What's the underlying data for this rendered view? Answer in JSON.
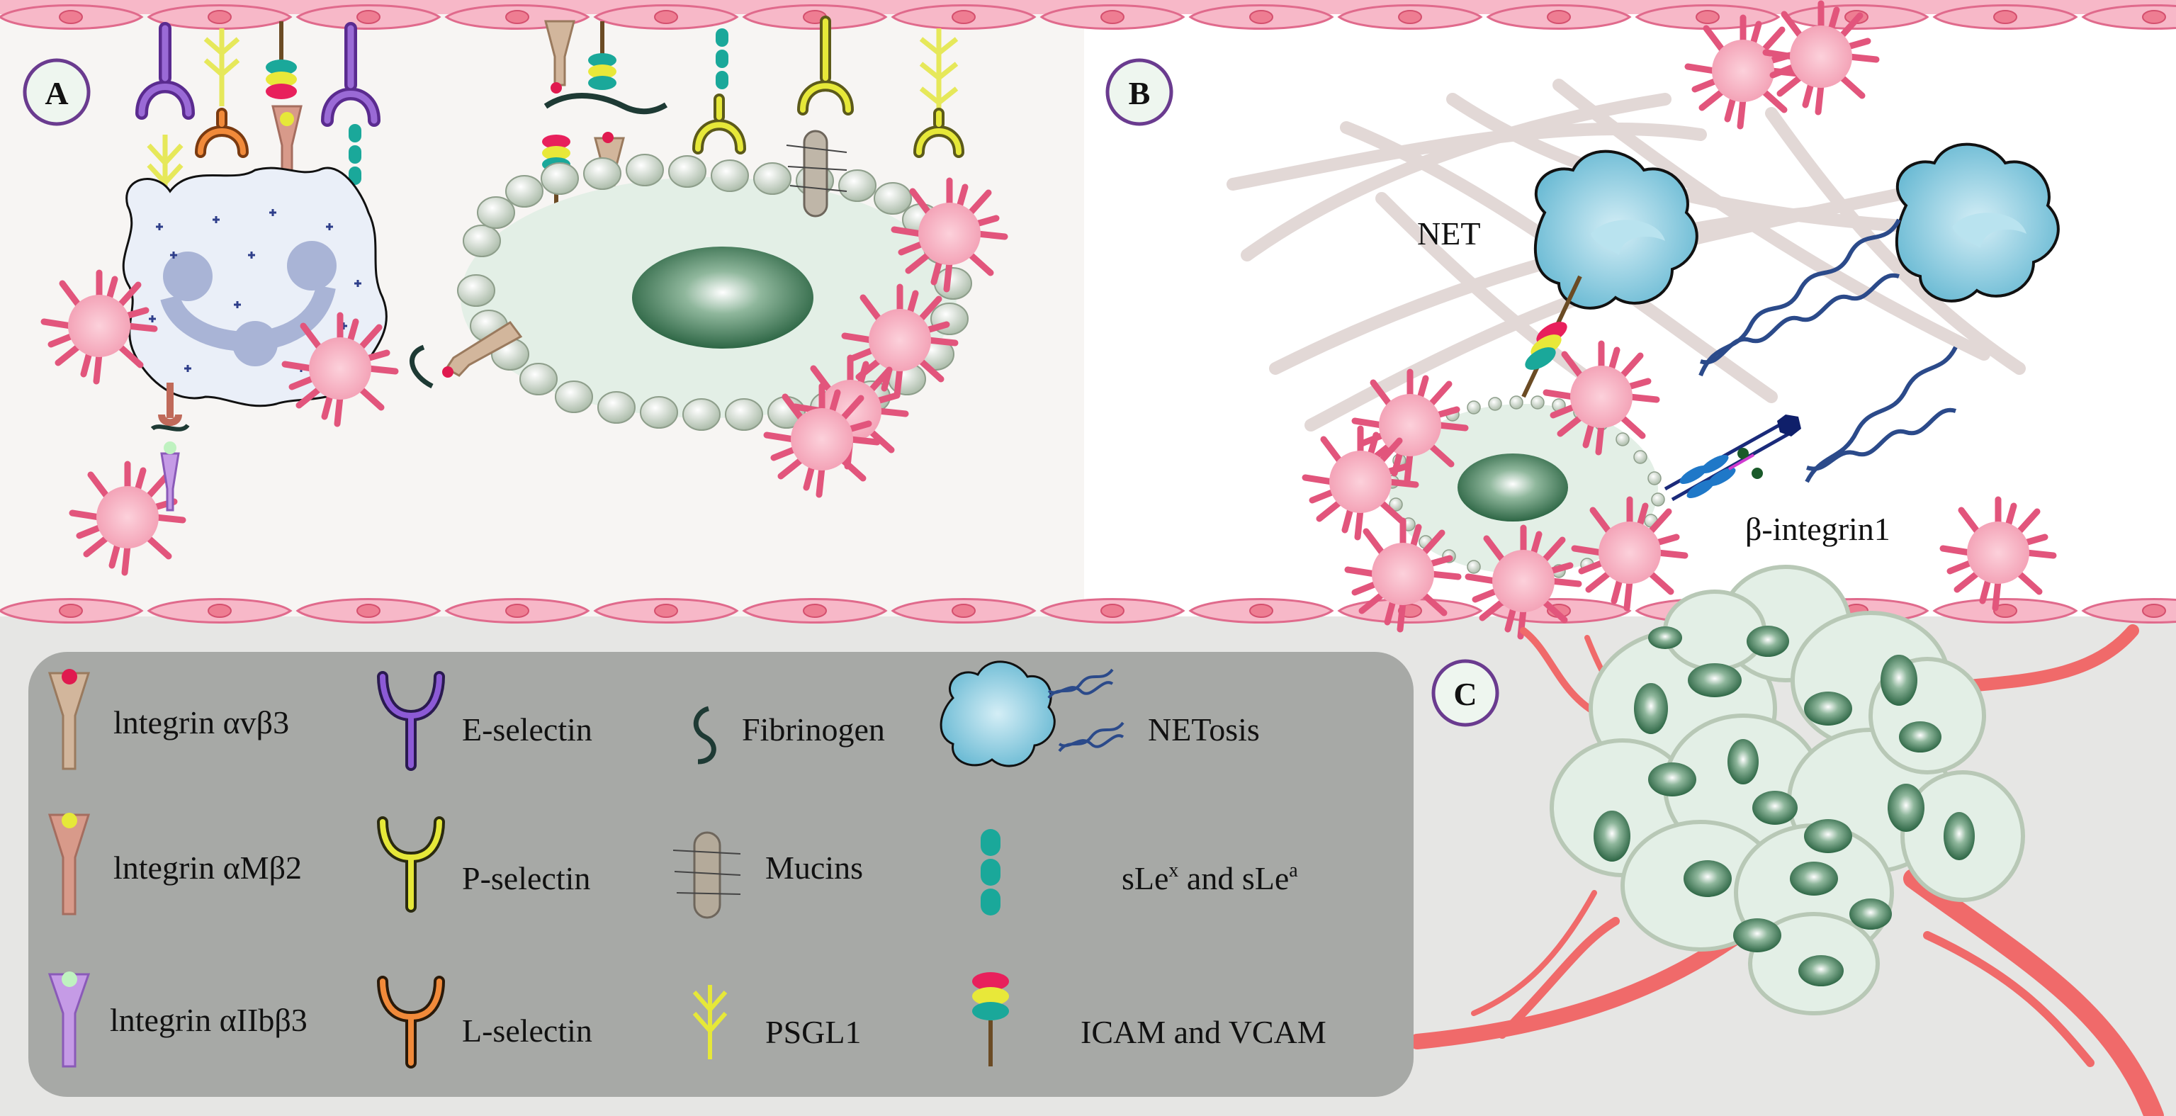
{
  "panels": {
    "a": "A",
    "b": "B",
    "c": "C"
  },
  "labels": {
    "net": "NET",
    "beta_integrin": "β-integrin1"
  },
  "legend": {
    "integrin_avb3": "lntegrin αvβ3",
    "integrin_amb2": "lntegrin αMβ2",
    "integrin_aiibb3": "lntegrin αIIbβ3",
    "e_selectin": "E-selectin",
    "p_selectin": "P-selectin",
    "l_selectin": "L-selectin",
    "fibrinogen": "Fibrinogen",
    "mucins": "Mucins",
    "psgl1": "PSGL1",
    "netosis": "NETosis",
    "sle_base": "sLe",
    "sle_x": "x",
    "sle_and": " and sLe",
    "sle_a": "a",
    "icam_vcam": "ICAM and VCAM"
  },
  "colors": {
    "endothelium": "#f7b8c8",
    "endothelium_stroke": "#e06a8c",
    "platelet": "#f6a6b8",
    "tumor_cell": "#e3efe6",
    "nucleus": "#2f6e49",
    "neutrophil": "#79c6dc",
    "legend_box": "#a7a9a6",
    "vessel": "#f06a6a",
    "panel_circle": "#6a3b8f"
  }
}
